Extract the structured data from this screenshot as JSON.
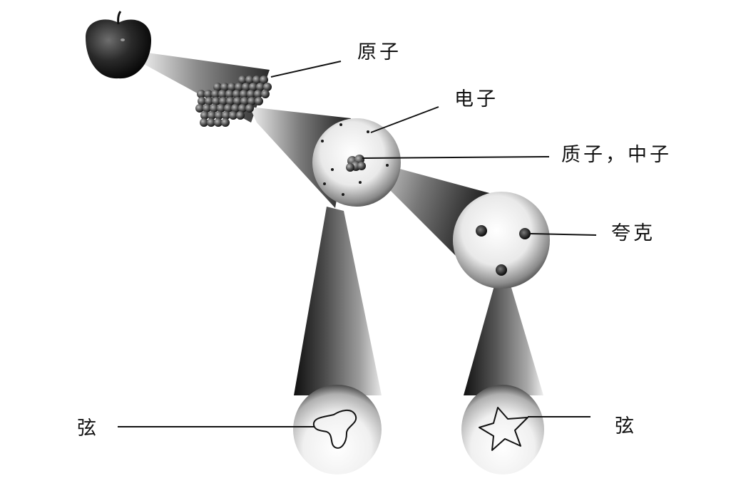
{
  "labels": {
    "atom": "原子",
    "electron": "电子",
    "proton_neutron": "质子，中子",
    "quark": "夸克",
    "string_left": "弦",
    "string_right": "弦"
  },
  "objects": {
    "apple": "apple",
    "atom_cluster": "atom-cluster",
    "atom_sphere": "atom-sphere",
    "nucleon_sphere": "nucleon-sphere",
    "string_sphere_left": "string-sphere",
    "string_sphere_right": "string-sphere"
  },
  "colors": {
    "ink": "#111111",
    "background": "#ffffff"
  }
}
